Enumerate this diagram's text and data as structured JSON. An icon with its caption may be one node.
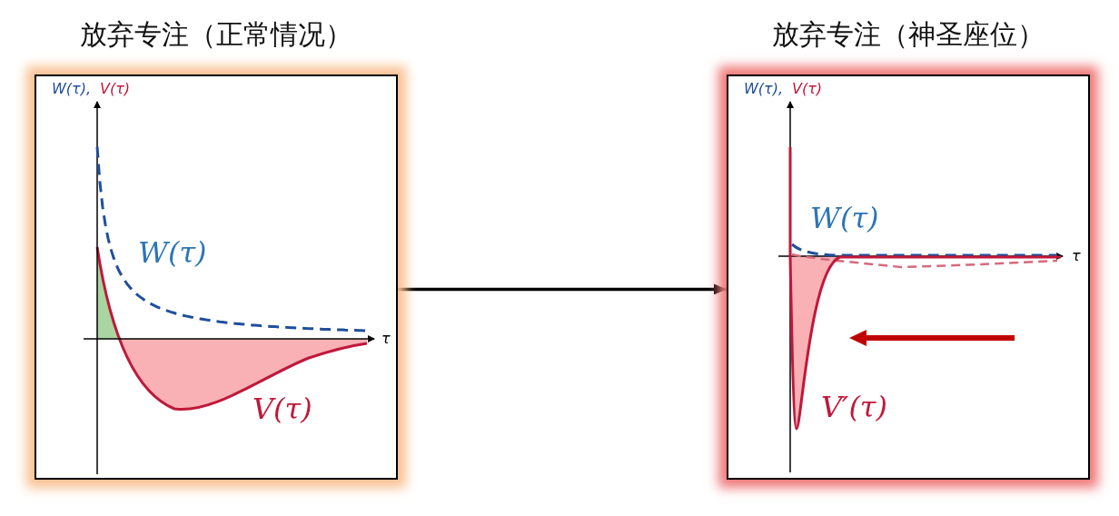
{
  "diagram": {
    "nodes": [
      {
        "text": [
          "放弃专注（正常情况）"
        ]
      },
      {
        "text": [
          "放弃专注（神圣座位）"
        ]
      }
    ],
    "edges": [
      {
        "from": 0,
        "to": 1,
        "arrow": "to"
      }
    ],
    "labels": [
      "W(τ),",
      "V(τ)",
      "τ",
      "W(τ)",
      "V(τ)",
      "W(τ),",
      "V(τ)",
      "W(τ)",
      "τ",
      "V′(τ)"
    ]
  }
}
